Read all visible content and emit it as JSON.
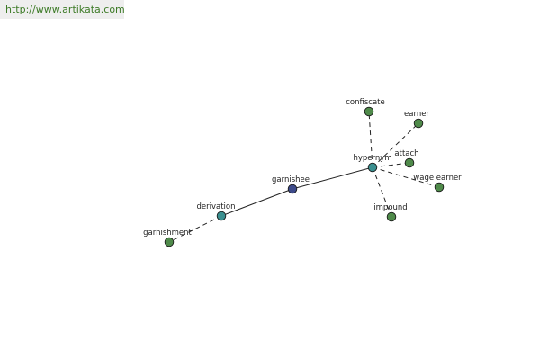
{
  "header": {
    "url": "http://www.artikata.com"
  },
  "colors": {
    "root": "#3d4a8a",
    "relation": "#3a8f8f",
    "leaf": "#4f8a4a",
    "edge": "#222222",
    "node_stroke": "#1b1b1b"
  },
  "graph": {
    "nodes": [
      {
        "id": "garnishee",
        "label": "garnishee",
        "kind": "root"
      },
      {
        "id": "hypernym",
        "label": "hypernym",
        "kind": "relation"
      },
      {
        "id": "derivation",
        "label": "derivation",
        "kind": "relation"
      },
      {
        "id": "garnishment",
        "label": "garnishment",
        "kind": "leaf"
      },
      {
        "id": "confiscate",
        "label": "confiscate",
        "kind": "leaf"
      },
      {
        "id": "earner",
        "label": "earner",
        "kind": "leaf"
      },
      {
        "id": "attach",
        "label": "attach",
        "kind": "leaf"
      },
      {
        "id": "wage-earner",
        "label": "wage earner",
        "kind": "leaf"
      },
      {
        "id": "impound",
        "label": "impound",
        "kind": "leaf"
      }
    ],
    "edges": [
      {
        "from": "garnishee",
        "to": "hypernym",
        "style": "solid"
      },
      {
        "from": "garnishee",
        "to": "derivation",
        "style": "solid"
      },
      {
        "from": "derivation",
        "to": "garnishment",
        "style": "dashed"
      },
      {
        "from": "hypernym",
        "to": "confiscate",
        "style": "dashed"
      },
      {
        "from": "hypernym",
        "to": "earner",
        "style": "dashed"
      },
      {
        "from": "hypernym",
        "to": "attach",
        "style": "dashed"
      },
      {
        "from": "hypernym",
        "to": "wage-earner",
        "style": "dashed"
      },
      {
        "from": "hypernym",
        "to": "impound",
        "style": "dashed"
      }
    ]
  }
}
